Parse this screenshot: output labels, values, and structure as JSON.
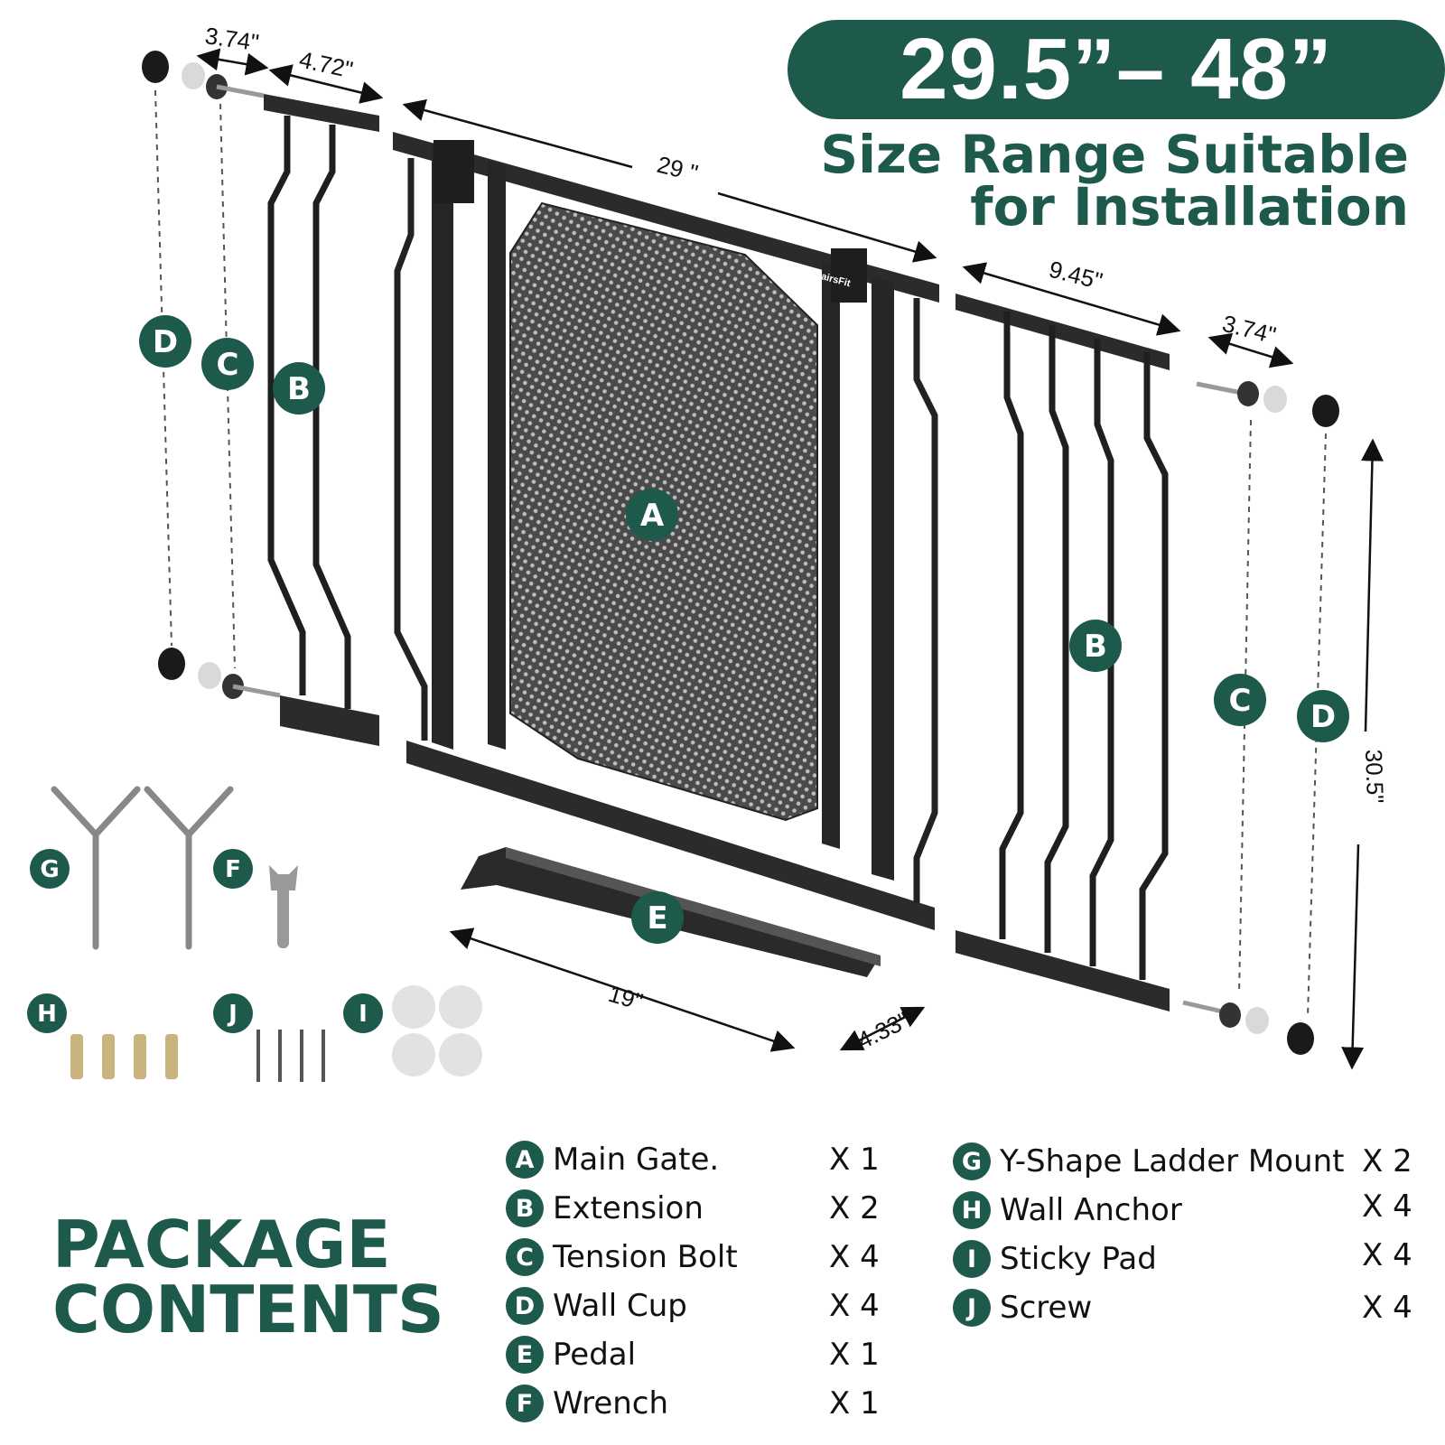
{
  "header": {
    "size_range": "29.5”– 48”",
    "subtitle_line1": "Size Range Suitable",
    "subtitle_line2": "for Installation"
  },
  "dimensions": {
    "left_cup_width": "3.74\"",
    "left_extension_width": "4.72\"",
    "gate_width": "29 \"",
    "right_extension_width": "9.45\"",
    "right_cup_width": "3.74\"",
    "height": "30.5\"",
    "pedal_length": "19\"",
    "pedal_depth": "4.33\""
  },
  "diagram_labels": {
    "gate": "A",
    "extension_left": "B",
    "extension_right": "B",
    "bolt_left": "C",
    "bolt_right": "C",
    "cup_left": "D",
    "cup_right": "D",
    "pedal": "E",
    "wrench": "F",
    "ladder_mount": "G",
    "anchor": "H",
    "sticky_pad": "I",
    "screw": "J",
    "brand": "StairsFit"
  },
  "package": {
    "title_line1": "PACKAGE",
    "title_line2": "CONTENTS",
    "items_left": [
      {
        "letter": "A",
        "name": "Main Gate.",
        "qty": "X 1"
      },
      {
        "letter": "B",
        "name": "Extension",
        "qty": "X 2"
      },
      {
        "letter": "C",
        "name": "Tension Bolt",
        "qty": "X 4"
      },
      {
        "letter": "D",
        "name": "Wall Cup",
        "qty": "X 4"
      },
      {
        "letter": "E",
        "name": "Pedal",
        "qty": "X 1"
      },
      {
        "letter": "F",
        "name": "Wrench",
        "qty": "X 1"
      }
    ],
    "items_right": [
      {
        "letter": "G",
        "name": "Y-Shape Ladder Mount",
        "qty": "X 2"
      },
      {
        "letter": "H",
        "name": "Wall Anchor",
        "qty": "X 4"
      },
      {
        "letter": "I",
        "name": "Sticky Pad",
        "qty": "X 4"
      },
      {
        "letter": "J",
        "name": "Screw",
        "qty": "X 4"
      }
    ]
  },
  "colors": {
    "brand_green": "#1d5a4c",
    "frame": "#222222"
  }
}
